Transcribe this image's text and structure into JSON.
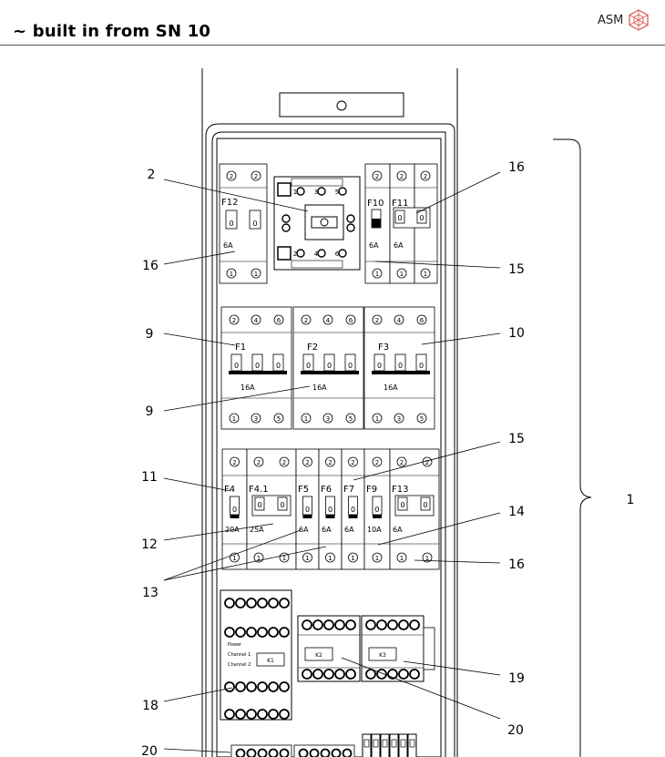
{
  "header": {
    "title": "~ built in from SN 10",
    "brand": "ASM"
  },
  "callouts": [
    "1",
    "2",
    "9",
    "9",
    "10",
    "11",
    "12",
    "13",
    "14",
    "15",
    "15",
    "16",
    "16",
    "16",
    "18",
    "19",
    "20",
    "20"
  ],
  "breakers": {
    "f12": {
      "label": "F12",
      "rating": "6A"
    },
    "f10": {
      "label": "F10",
      "rating": "6A"
    },
    "f11": {
      "label": "F11",
      "rating": "6A"
    },
    "f1": {
      "label": "F1",
      "rating": "16A"
    },
    "f2": {
      "label": "F2",
      "rating": "16A"
    },
    "f3": {
      "label": "F3",
      "rating": "16A"
    },
    "f4": {
      "label": "F4",
      "rating": "20A"
    },
    "f41": {
      "label": "F4.1",
      "rating": "25A"
    },
    "f5": {
      "label": "F5",
      "rating": "6A"
    },
    "f6": {
      "label": "F6",
      "rating": "6A"
    },
    "f7": {
      "label": "F7",
      "rating": "6A"
    },
    "f9": {
      "label": "F9",
      "rating": "10A"
    },
    "f13": {
      "label": "F13",
      "rating": "6A"
    }
  },
  "switch_marks": {
    "on": "0"
  },
  "terminals": {
    "t1": "1",
    "t2": "2",
    "t3": "3",
    "t4": "4",
    "t5": "5",
    "t6": "6"
  },
  "relay": {
    "k1": "K1",
    "k2": "K2",
    "k3": "K3",
    "power": "Power",
    "channel1": "Channel 1",
    "channel2": "Channel 2"
  }
}
